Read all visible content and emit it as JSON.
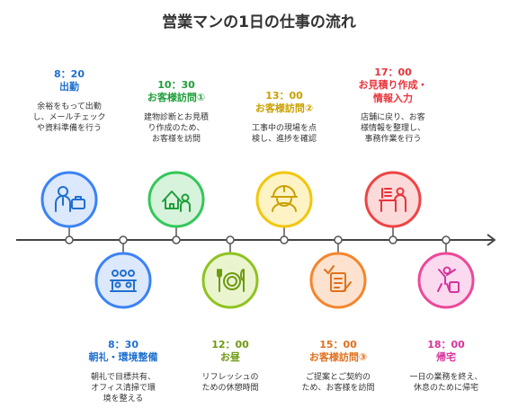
{
  "title": "営業マンの1日の仕事の流れ",
  "colors": {
    "line": "#444444"
  },
  "events": [
    {
      "time": "8：20",
      "heading": "出勤",
      "description": "余裕をもって出勤\nし、メールチェック\nや資料準備を行う",
      "color": "#1f6fd1",
      "fill": "#dce8fb",
      "ring": "#3b82f6",
      "icon": "businessman-icon"
    },
    {
      "time": "8：30",
      "heading": "朝礼・環境整備",
      "description": "朝礼で目標共有、\nオフィス清掃で環\n境を整える",
      "color": "#1f6fd1",
      "fill": "#dce8fb",
      "ring": "#3b82f6",
      "icon": "meeting-icon"
    },
    {
      "time": "10：30",
      "heading": "お客様訪問①",
      "description": "建物診断とお見積\nり作成のため、\nお客様を訪問",
      "color": "#1f9e3a",
      "fill": "#d8f3dc",
      "ring": "#34c759",
      "icon": "house-visit-icon"
    },
    {
      "time": "12：00",
      "heading": "お昼",
      "description": "リフレッシュの\nための休憩時間",
      "color": "#6e9a12",
      "fill": "#eaf5d0",
      "ring": "#8fc31f",
      "icon": "meal-icon"
    },
    {
      "time": "13：00",
      "heading": "お客様訪問②",
      "description": "工事中の現場を点\n検し、進捗を確認",
      "color": "#c9a000",
      "fill": "#fdf3c4",
      "ring": "#f2c60d",
      "icon": "worker-helmet-icon"
    },
    {
      "time": "15：00",
      "heading": "お客様訪問③",
      "description": "ご提案とご契約の\nため、お客様を訪問",
      "color": "#e0701c",
      "fill": "#fde3cf",
      "ring": "#f5852b",
      "icon": "contract-icon"
    },
    {
      "time": "17：00",
      "heading": "お見積り作成・\n情報入力",
      "description": "店舗に戻り、お客\n様情報を整理し、\n事務作業を行う",
      "color": "#e8343b",
      "fill": "#fddada",
      "ring": "#ef4444",
      "icon": "desk-work-icon"
    },
    {
      "time": "18：00",
      "heading": "帰宅",
      "description": "一日の業務を終え、\n休息のために帰宅",
      "color": "#d6339a",
      "fill": "#fbdaf0",
      "ring": "#ec4899",
      "icon": "going-home-icon"
    }
  ]
}
